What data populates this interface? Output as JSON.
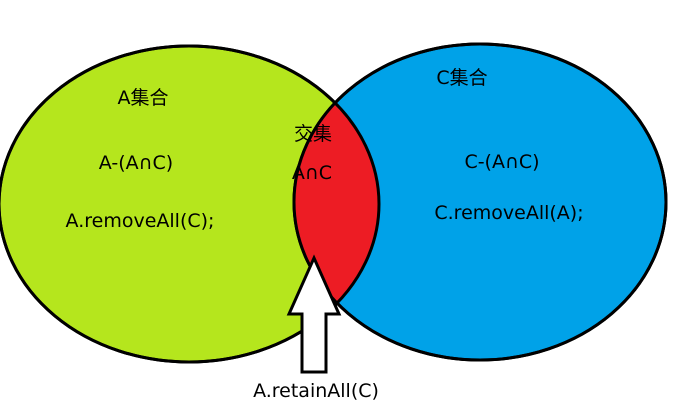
{
  "set_a": {
    "title": "A集合",
    "difference": "A-(A∩C)",
    "code": "A.removeAll(C);",
    "color": "#b5e61d"
  },
  "set_c": {
    "title": "C集合",
    "difference": "C-(A∩C)",
    "code": "C.removeAll(A);",
    "color": "#00a2e8"
  },
  "intersection": {
    "title": "交集",
    "formula": "A∩C",
    "color": "#ed1c24"
  },
  "pointer": {
    "label": "A.retainAll(C)",
    "icon": "up-arrow-icon"
  },
  "outline_color": "#000000"
}
